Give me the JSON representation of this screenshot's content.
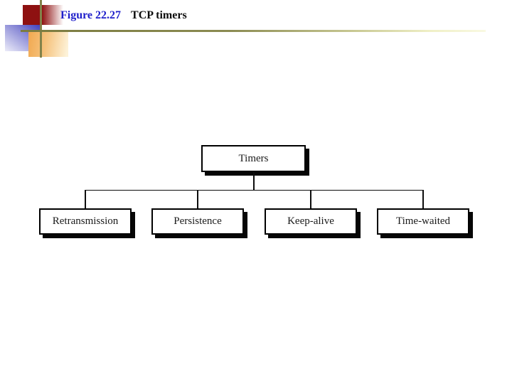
{
  "header": {
    "figure_label": "Figure 22.27",
    "title": "TCP timers"
  },
  "diagram": {
    "root": {
      "label": "Timers"
    },
    "children": [
      {
        "label": "Retransmission"
      },
      {
        "label": "Persistence"
      },
      {
        "label": "Keep-alive"
      },
      {
        "label": "Time-waited"
      }
    ]
  },
  "colors": {
    "figure_label_blue": "#2020cb",
    "title_black": "#0d0d0d",
    "decoration_maroon": "#8e1111",
    "decoration_blue": "#3d3dbe",
    "decoration_orange": "#f1a84f",
    "rule_olive": "#7b7b40",
    "rule_pale_yellow": "#f9f9e2",
    "box_border": "#000000",
    "box_shadow": "#060606",
    "background": "#ffffff"
  }
}
